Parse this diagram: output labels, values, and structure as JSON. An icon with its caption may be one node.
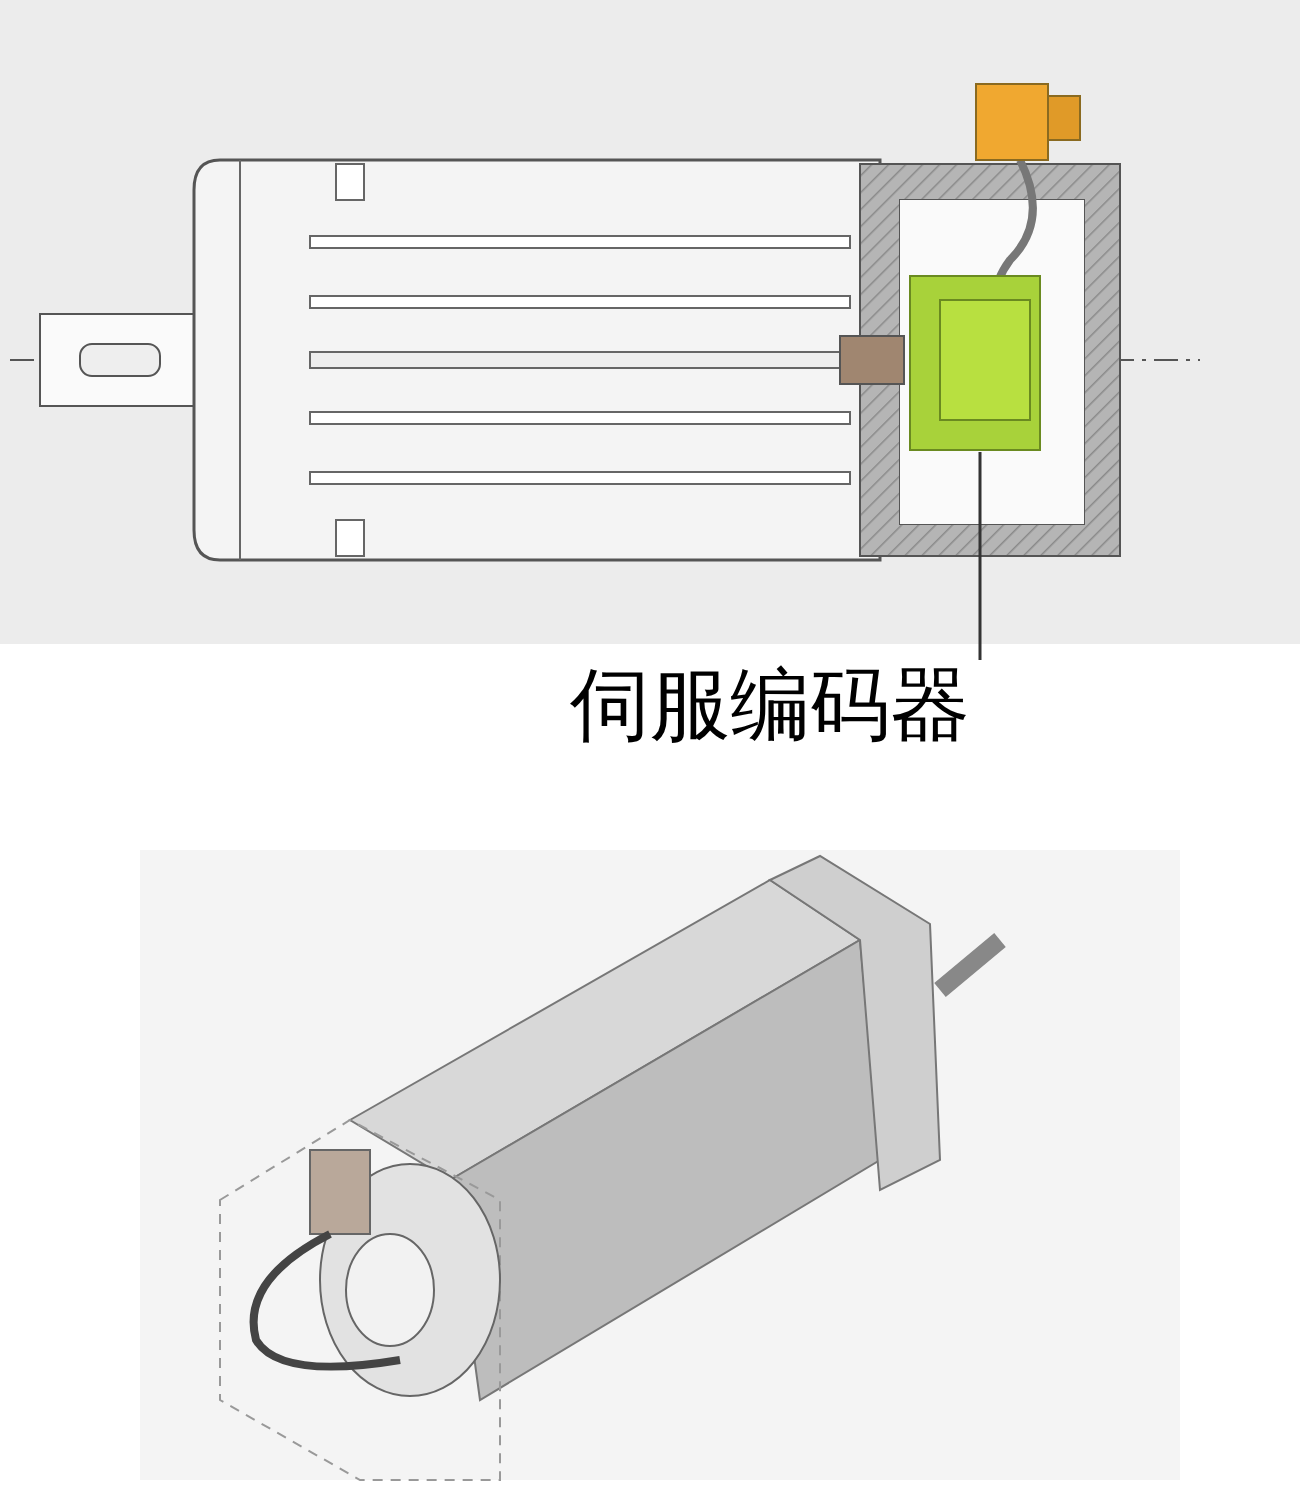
{
  "diagram": {
    "nodes": [
      {
        "text": [
          "伺服编码器"
        ]
      },
      {
        "text": [],
        "shape": "picture"
      }
    ],
    "edges": [
      {
        "from": 0,
        "to": 1,
        "arrow": "none"
      }
    ]
  }
}
